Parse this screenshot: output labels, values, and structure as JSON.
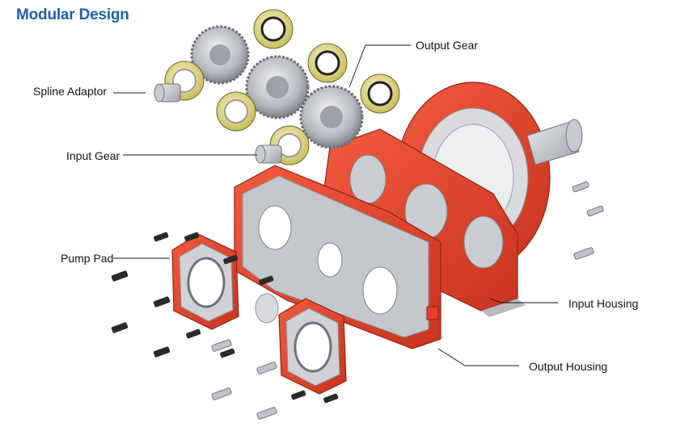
{
  "title": "Modular Design",
  "labels": {
    "spline_adaptor": "Spline Adaptor",
    "input_gear": "Input Gear",
    "output_gear": "Output Gear",
    "pump_pad": "Pump Pad",
    "input_housing": "Input Housing",
    "output_housing": "Output Housing"
  },
  "colors": {
    "title": "#1f5fa8",
    "housing_red": "#e8402a",
    "housing_dark": "#b52a18",
    "metal_gray": "#b9bcc2",
    "metal_light": "#dcdee2",
    "bearing_brass": "#e8df8f"
  }
}
